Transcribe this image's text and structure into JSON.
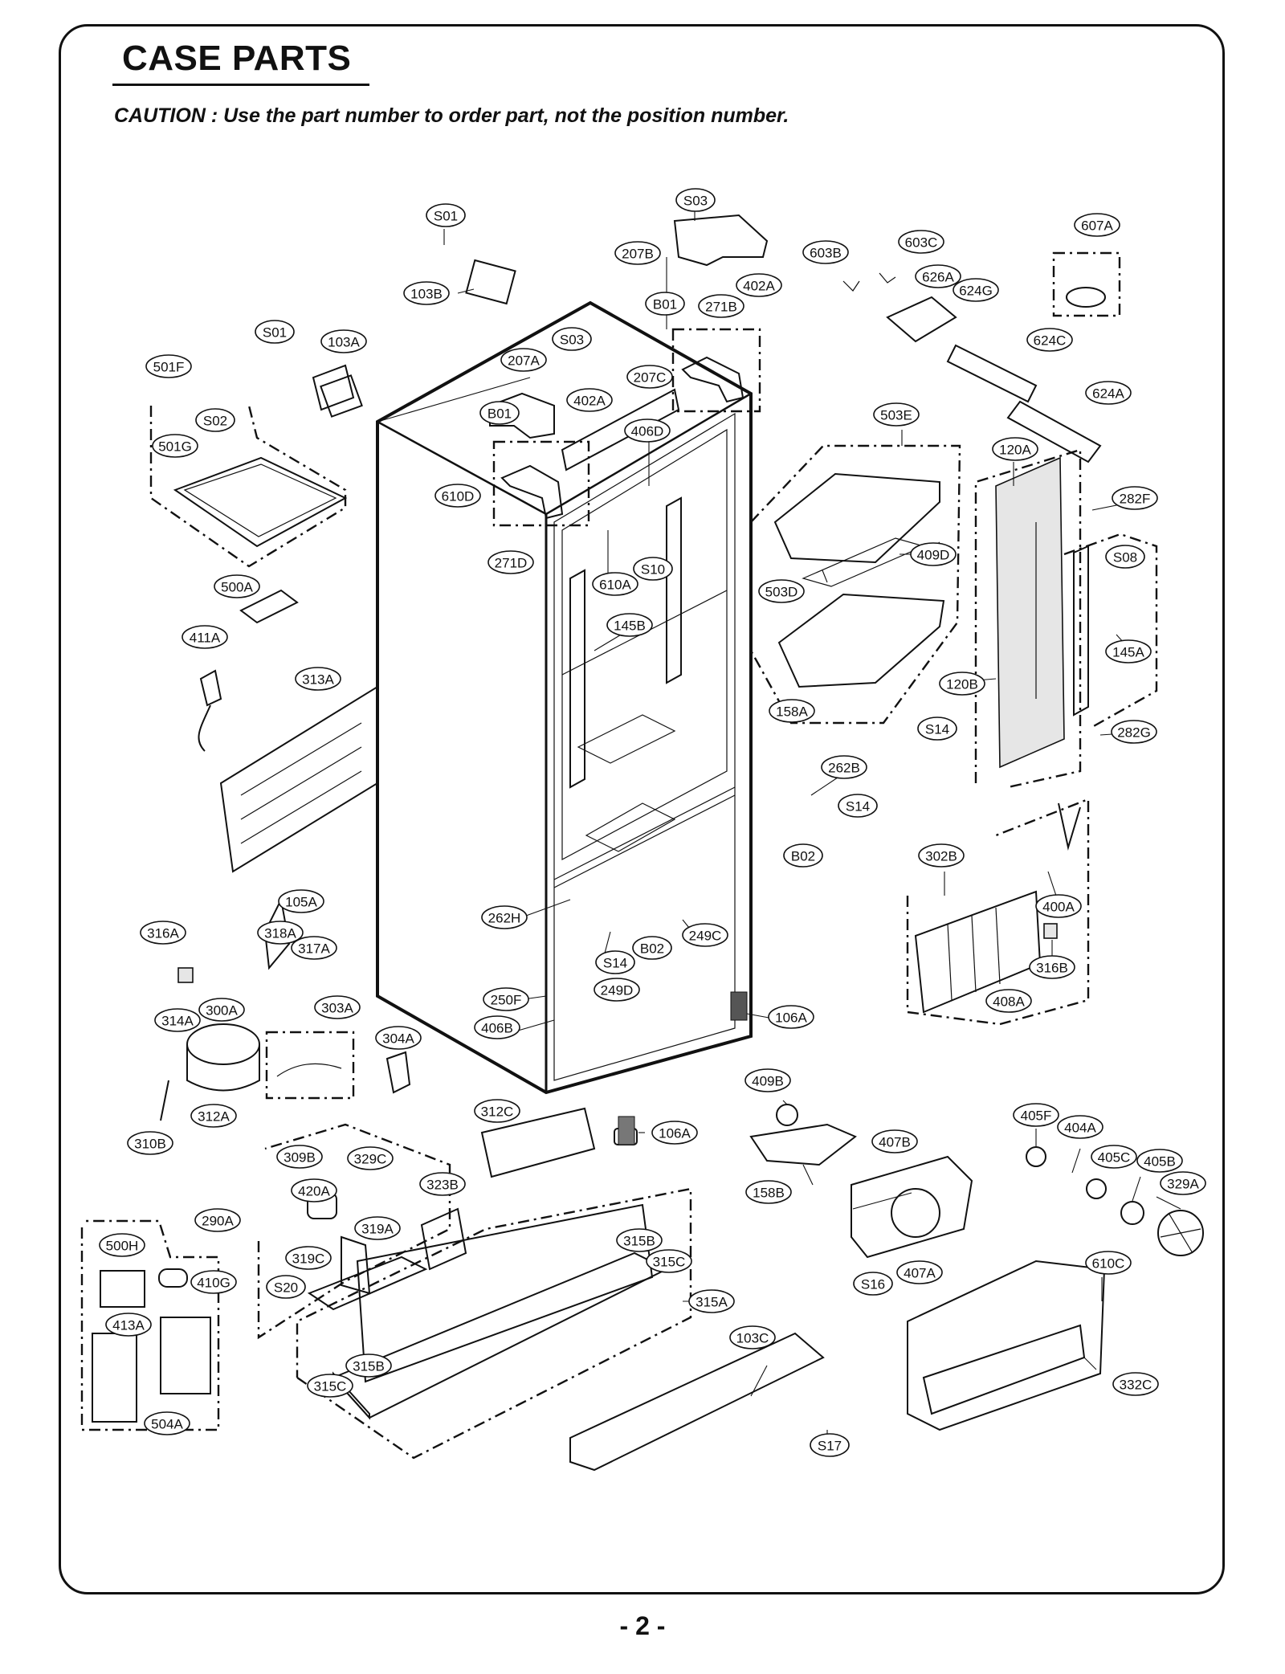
{
  "page": {
    "title": "CASE PARTS",
    "caution": "CAUTION : Use the part number to order part, not the position number.",
    "page_number": "- 2 -"
  },
  "labels": [
    {
      "id": "S03",
      "text": "S03"
    },
    {
      "id": "S01a",
      "text": "S01"
    },
    {
      "id": "207B",
      "text": "207B"
    },
    {
      "id": "402Aa",
      "text": "402A"
    },
    {
      "id": "603B",
      "text": "603B"
    },
    {
      "id": "603C",
      "text": "603C"
    },
    {
      "id": "607A",
      "text": "607A"
    },
    {
      "id": "103B",
      "text": "103B"
    },
    {
      "id": "B01a",
      "text": "B01"
    },
    {
      "id": "271B",
      "text": "271B"
    },
    {
      "id": "626A",
      "text": "626A"
    },
    {
      "id": "624G",
      "text": "624G"
    },
    {
      "id": "S01b",
      "text": "S01"
    },
    {
      "id": "103A",
      "text": "103A"
    },
    {
      "id": "S03b",
      "text": "S03"
    },
    {
      "id": "624C",
      "text": "624C"
    },
    {
      "id": "501F",
      "text": "501F"
    },
    {
      "id": "207A",
      "text": "207A"
    },
    {
      "id": "207C",
      "text": "207C"
    },
    {
      "id": "624A",
      "text": "624A"
    },
    {
      "id": "402Ab",
      "text": "402A"
    },
    {
      "id": "B01b",
      "text": "B01"
    },
    {
      "id": "503E",
      "text": "503E"
    },
    {
      "id": "S02",
      "text": "S02"
    },
    {
      "id": "406D",
      "text": "406D"
    },
    {
      "id": "501G",
      "text": "501G"
    },
    {
      "id": "120A",
      "text": "120A"
    },
    {
      "id": "610D",
      "text": "610D"
    },
    {
      "id": "282F",
      "text": "282F"
    },
    {
      "id": "409D",
      "text": "409D"
    },
    {
      "id": "271D",
      "text": "271D"
    },
    {
      "id": "S08",
      "text": "S08"
    },
    {
      "id": "S10",
      "text": "S10"
    },
    {
      "id": "610A",
      "text": "610A"
    },
    {
      "id": "503D",
      "text": "503D"
    },
    {
      "id": "500A",
      "text": "500A"
    },
    {
      "id": "145B",
      "text": "145B"
    },
    {
      "id": "411A",
      "text": "411A"
    },
    {
      "id": "145A",
      "text": "145A"
    },
    {
      "id": "313A",
      "text": "313A"
    },
    {
      "id": "120B",
      "text": "120B"
    },
    {
      "id": "158A",
      "text": "158A"
    },
    {
      "id": "S14a",
      "text": "S14"
    },
    {
      "id": "282G",
      "text": "282G"
    },
    {
      "id": "262B",
      "text": "262B"
    },
    {
      "id": "S14b",
      "text": "S14"
    },
    {
      "id": "B02a",
      "text": "B02"
    },
    {
      "id": "302B",
      "text": "302B"
    },
    {
      "id": "105A",
      "text": "105A"
    },
    {
      "id": "400A",
      "text": "400A"
    },
    {
      "id": "262H",
      "text": "262H"
    },
    {
      "id": "316A",
      "text": "316A"
    },
    {
      "id": "318A",
      "text": "318A"
    },
    {
      "id": "249C",
      "text": "249C"
    },
    {
      "id": "317A",
      "text": "317A"
    },
    {
      "id": "S14c",
      "text": "S14"
    },
    {
      "id": "B02b",
      "text": "B02"
    },
    {
      "id": "316B",
      "text": "316B"
    },
    {
      "id": "249D",
      "text": "249D"
    },
    {
      "id": "408A",
      "text": "408A"
    },
    {
      "id": "250F",
      "text": "250F"
    },
    {
      "id": "303A",
      "text": "303A"
    },
    {
      "id": "314A",
      "text": "314A"
    },
    {
      "id": "300A",
      "text": "300A"
    },
    {
      "id": "406B",
      "text": "406B"
    },
    {
      "id": "106Aa",
      "text": "106A"
    },
    {
      "id": "304A",
      "text": "304A"
    },
    {
      "id": "409B",
      "text": "409B"
    },
    {
      "id": "312A",
      "text": "312A"
    },
    {
      "id": "312C",
      "text": "312C"
    },
    {
      "id": "405F",
      "text": "405F"
    },
    {
      "id": "404A",
      "text": "404A"
    },
    {
      "id": "106Ab",
      "text": "106A"
    },
    {
      "id": "310B",
      "text": "310B"
    },
    {
      "id": "407B",
      "text": "407B"
    },
    {
      "id": "309B",
      "text": "309B"
    },
    {
      "id": "329C",
      "text": "329C"
    },
    {
      "id": "405C",
      "text": "405C"
    },
    {
      "id": "405B",
      "text": "405B"
    },
    {
      "id": "323B",
      "text": "323B"
    },
    {
      "id": "158B",
      "text": "158B"
    },
    {
      "id": "420A",
      "text": "420A"
    },
    {
      "id": "329A",
      "text": "329A"
    },
    {
      "id": "290A",
      "text": "290A"
    },
    {
      "id": "319A",
      "text": "319A"
    },
    {
      "id": "500H",
      "text": "500H"
    },
    {
      "id": "315B",
      "text": "315B"
    },
    {
      "id": "319C",
      "text": "319C"
    },
    {
      "id": "315C",
      "text": "315C"
    },
    {
      "id": "407A",
      "text": "407A"
    },
    {
      "id": "610C",
      "text": "610C"
    },
    {
      "id": "410G",
      "text": "410G"
    },
    {
      "id": "S20",
      "text": "S20"
    },
    {
      "id": "S16",
      "text": "S16"
    },
    {
      "id": "315A",
      "text": "315A"
    },
    {
      "id": "413A",
      "text": "413A"
    },
    {
      "id": "103C",
      "text": "103C"
    },
    {
      "id": "315Bb",
      "text": "315B"
    },
    {
      "id": "315Cb",
      "text": "315C"
    },
    {
      "id": "332C",
      "text": "332C"
    },
    {
      "id": "S17",
      "text": "S17"
    },
    {
      "id": "504A",
      "text": "504A"
    }
  ]
}
